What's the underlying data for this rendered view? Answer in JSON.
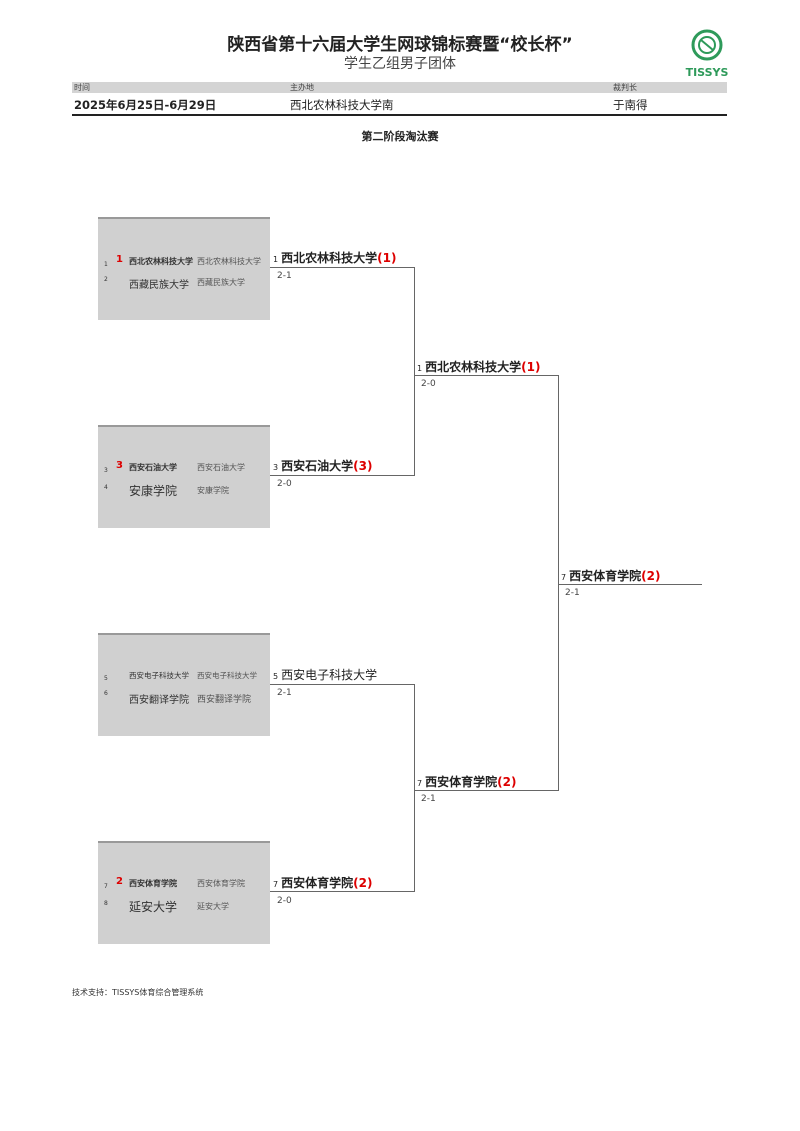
{
  "header": {
    "title": "陕西省第十六届大学生网球锦标赛暨“校长杯”",
    "subtitle": "学生乙组男子团体",
    "logo_text": "TISSYS"
  },
  "info": {
    "time_label": "时间",
    "time": "2025年6月25日-6月29日",
    "venue_label": "主办地",
    "venue": "西北农林科技大学南",
    "referee_label": "裁判长",
    "referee": "于南得"
  },
  "stage": "第二阶段淘汰赛",
  "draw": [
    {
      "rank": "1",
      "entries": [
        {
          "seed": "1",
          "name": "西北农林科技大学",
          "club": "西北农林科技大学"
        },
        {
          "seed": "2",
          "name": "西藏民族大学",
          "club": "西藏民族大学"
        }
      ]
    },
    {
      "rank": "3",
      "entries": [
        {
          "seed": "3",
          "name": "西安石油大学",
          "club": "西安石油大学"
        },
        {
          "seed": "4",
          "name": "安康学院",
          "club": "安康学院"
        }
      ]
    },
    {
      "rank": "",
      "entries": [
        {
          "seed": "5",
          "name": "西安电子科技大学",
          "club": "西安电子科技大学"
        },
        {
          "seed": "6",
          "name": "西安翻译学院",
          "club": "西安翻译学院"
        }
      ]
    },
    {
      "rank": "2",
      "entries": [
        {
          "seed": "7",
          "name": "西安体育学院",
          "club": "西安体育学院"
        },
        {
          "seed": "8",
          "name": "延安大学",
          "club": "延安大学"
        }
      ]
    }
  ],
  "round1": [
    {
      "seed": "1",
      "name": "西北农林科技大学",
      "rank": "(1)",
      "score": "2-1"
    },
    {
      "seed": "3",
      "name": "西安石油大学",
      "rank": "(3)",
      "score": "2-0"
    },
    {
      "seed": "5",
      "name": "西安电子科技大学",
      "rank": "",
      "score": "2-1"
    },
    {
      "seed": "7",
      "name": "西安体育学院",
      "rank": "(2)",
      "score": "2-0"
    }
  ],
  "round2": [
    {
      "seed": "1",
      "name": "西北农林科技大学",
      "rank": "(1)",
      "score": "2-0"
    },
    {
      "seed": "7",
      "name": "西安体育学院",
      "rank": "(2)",
      "score": "2-1"
    }
  ],
  "final": {
    "seed": "7",
    "name": "西安体育学院",
    "rank": "(2)",
    "score": "2-1"
  },
  "footer": "技术支持：TISSYS体育综合管理系统"
}
